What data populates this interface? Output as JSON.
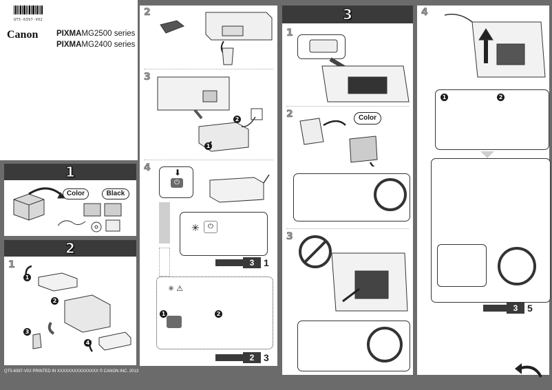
{
  "cover": {
    "barcode_text": "QT5-6397-V02",
    "brand": "Canon",
    "model_line1_bold": "PIXMA",
    "model_line1_rest": "MG2500 series",
    "model_line2_bold": "PIXMA",
    "model_line2_rest": "MG2400 series",
    "footer": "QT5-6397-V02 PRINTED IN XXXXXXXXXXXXXXX © CANON INC. 2013"
  },
  "step1": {
    "number": "1",
    "labels": [
      "Color",
      "Black"
    ]
  },
  "step2": {
    "number": "2",
    "substeps": [
      "1",
      "2",
      "3",
      "4"
    ],
    "circles": [
      "1",
      "2",
      "3",
      "4"
    ]
  },
  "col2": {
    "substeps": [
      "2",
      "3",
      "4"
    ],
    "nav1": {
      "box": "3",
      "sub": "1"
    },
    "nav2": {
      "box": "2",
      "sub": "3"
    },
    "circles": [
      "1",
      "2"
    ]
  },
  "step3": {
    "number": "3",
    "substeps": [
      "1",
      "2",
      "3"
    ],
    "color_label": "Color"
  },
  "step4": {
    "substep": "4",
    "circles": [
      "1",
      "2"
    ],
    "nav": {
      "box": "3",
      "sub": "5"
    }
  },
  "colors": {
    "background": "#6b6b6b",
    "panel": "#ffffff",
    "stepbar": "#3a3a3a"
  }
}
